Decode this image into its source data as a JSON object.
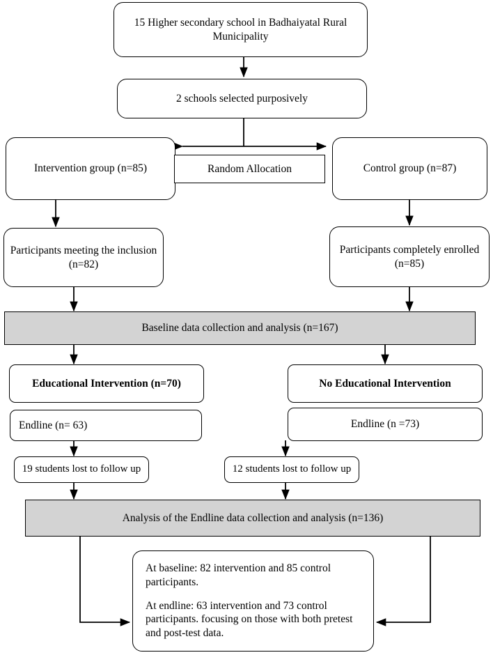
{
  "diagram": {
    "title": "Study participant flow diagram",
    "colors": {
      "stroke": "#000000",
      "box_fill": "#ffffff",
      "highlight_fill": "#d3d3d3"
    },
    "nodes": {
      "schools_total": "15 Higher secondary school in Badhaiyatal Rural Municipality",
      "schools_selected": "2 schools selected purposively",
      "intervention_group": "Intervention group (n=85)",
      "random_allocation": "Random Allocation",
      "control_group": "Control group (n=87)",
      "participants_inclusion": "Participants meeting the inclusion (n=82)",
      "participants_enrolled": "Participants completely enrolled (n=85)",
      "baseline": "Baseline data collection and analysis (n=167)",
      "educational_intervention": "Educational Intervention (n=70)",
      "no_educational_intervention": "No Educational Intervention",
      "endline_left": "Endline (n= 63)",
      "endline_right": "Endline (n =73)",
      "lost_left": "19 students lost to follow up",
      "lost_right": "12 students lost to follow up",
      "endline_analysis": "Analysis of the Endline data collection and analysis (n=136)",
      "summary_baseline": "At baseline: 82 intervention and 85 control participants.",
      "summary_endline": "At endline: 63 intervention and 73 control participants. focusing on those with both pretest and post-test data."
    }
  }
}
